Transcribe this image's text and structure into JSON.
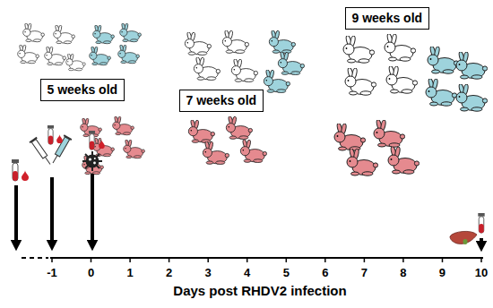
{
  "diagram": {
    "nodes": [
      {
        "text": [
          "5 weeks old"
        ]
      },
      {
        "text": [
          "7 weeks old"
        ]
      },
      {
        "text": [
          "9 weeks old"
        ]
      }
    ],
    "labels": [
      "-1",
      "0",
      "1",
      "2",
      "3",
      "4",
      "5",
      "6",
      "7",
      "8",
      "9",
      "10",
      "Days post RHDV2 infection"
    ]
  }
}
